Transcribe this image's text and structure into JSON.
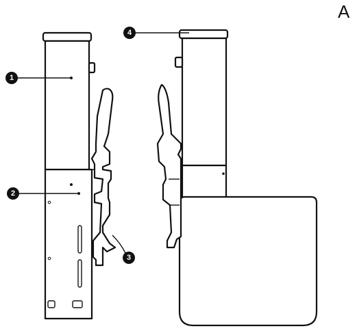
{
  "figure_label": "A",
  "callouts": [
    {
      "number": "1"
    },
    {
      "number": "2"
    },
    {
      "number": "3"
    },
    {
      "number": "4"
    }
  ]
}
